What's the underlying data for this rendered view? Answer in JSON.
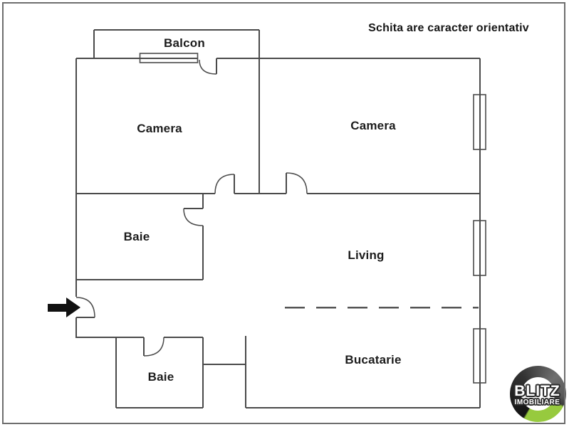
{
  "disclaimer": "Schita are caracter orientativ",
  "rooms": {
    "balcony": {
      "label": "Balcon"
    },
    "camera_left": {
      "label": "Camera"
    },
    "camera_right": {
      "label": "Camera"
    },
    "baie_upper": {
      "label": "Baie"
    },
    "living": {
      "label": "Living"
    },
    "bucatarie": {
      "label": "Bucatarie"
    },
    "baie_lower": {
      "label": "Baie"
    }
  },
  "logo": {
    "brand": "BLITZ",
    "tagline": "IMOBILIARE",
    "accent_color": "#97ca3e",
    "ring_color": "#2e2e2e"
  },
  "icons": {
    "entrance_arrow": "entrance-arrow"
  },
  "colors": {
    "wall": "#4a4a4a",
    "label_text": "#1c1c1c",
    "frame": "#6e6e6e",
    "arrow": "#111111"
  }
}
